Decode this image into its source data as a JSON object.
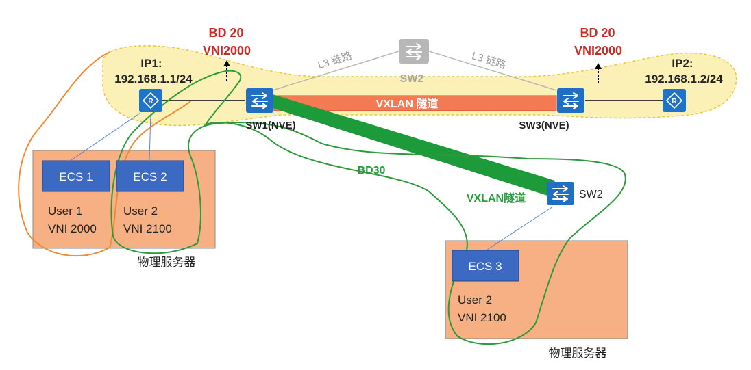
{
  "colors": {
    "domain_fill": "#fbf0b6",
    "domain_stroke": "#e8c83a",
    "server_fill": "#f7b083",
    "ecs_fill": "#3c69c2",
    "router_fill": "#1f74c6",
    "switch_fill": "#1f6fc2",
    "vxlan_red": "#f47a54",
    "vxlan_green": "#1d9a3a",
    "orange_outline": "#ee8a2f",
    "green_outline": "#2d9a3c",
    "bd_red": "#c62d27",
    "gray": "#9c9c9c"
  },
  "labels": {
    "ip1_title": "IP1:",
    "ip1_addr": "192.168.1.1/24",
    "ip2_title": "IP2:",
    "ip2_addr": "192.168.1.2/24",
    "bd_left_line1": "BD 20",
    "bd_left_line2": "VNI2000",
    "bd_right_line1": "BD 20",
    "bd_right_line2": "VNI2000",
    "l3_left": "L3 链路",
    "l3_right": "L3 链路",
    "sw2_top": "SW2",
    "vxlan_tunnel_red": "VXLAN 隧道",
    "sw1": "SW1(NVE)",
    "sw3": "SW3(NVE)",
    "bd30": "BD30",
    "vxlan_tunnel_green": "VXLAN隧道",
    "sw2_right": "SW2"
  },
  "servers": [
    {
      "ecs": [
        {
          "name": "ECS 1"
        },
        {
          "name": "ECS 2"
        }
      ],
      "users": [
        {
          "line1": "User 1",
          "line2": "VNI 2000"
        },
        {
          "line1": "User 2",
          "line2": "VNI 2100"
        }
      ],
      "caption": "物理服务器"
    },
    {
      "ecs": [
        {
          "name": "ECS 3"
        }
      ],
      "users": [
        {
          "line1": "User 2",
          "line2": "VNI 2100"
        }
      ],
      "caption": "物理服务器"
    }
  ]
}
